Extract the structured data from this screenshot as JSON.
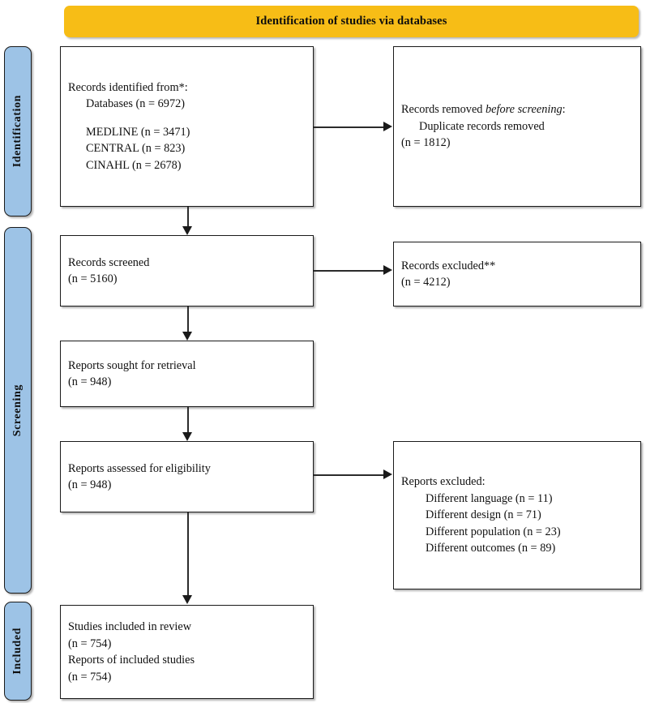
{
  "banner": {
    "title": "Identification of studies via databases"
  },
  "stages": [
    {
      "id": "identification",
      "label": "Identification"
    },
    {
      "id": "screening",
      "label": "Screening"
    },
    {
      "id": "included",
      "label": "Included"
    }
  ],
  "boxes": {
    "records_identified": {
      "lines": [
        {
          "text": "Records identified from*:",
          "indent": 0
        },
        {
          "text": "Databases (n = 6972)",
          "indent": 1
        },
        {
          "text": "",
          "indent": 0,
          "spacer": true
        },
        {
          "text": "MEDLINE (n = 3471)",
          "indent": 1
        },
        {
          "text": "CENTRAL (n = 823)",
          "indent": 1
        },
        {
          "text": "CINAHL (n = 2678)",
          "indent": 1
        }
      ]
    },
    "records_removed": {
      "lines": [
        {
          "text": "Records removed ",
          "italic_text": "before screening",
          "text_after": ":",
          "indent": 0
        },
        {
          "text": "Duplicate records removed",
          "indent": 1
        },
        {
          "text": "(n = 1812)",
          "indent": 0
        }
      ]
    },
    "records_screened": {
      "lines": [
        {
          "text": "Records screened",
          "indent": 0
        },
        {
          "text": "(n = 5160)",
          "indent": 0
        }
      ]
    },
    "records_excluded": {
      "lines": [
        {
          "text": "Records excluded**",
          "indent": 0
        },
        {
          "text": "(n = 4212)",
          "indent": 0
        }
      ]
    },
    "reports_sought": {
      "lines": [
        {
          "text": "Reports sought for retrieval",
          "indent": 0
        },
        {
          "text": "(n = 948)",
          "indent": 0
        }
      ]
    },
    "reports_assessed": {
      "lines": [
        {
          "text": "Reports assessed for eligibility",
          "indent": 0
        },
        {
          "text": "(n = 948)",
          "indent": 0
        }
      ]
    },
    "reports_excluded": {
      "lines": [
        {
          "text": "Reports excluded:",
          "indent": 0
        },
        {
          "text": "Different language (n = 11)",
          "indent": 2
        },
        {
          "text": "Different design (n = 71)",
          "indent": 2
        },
        {
          "text": "Different population (n = 23)",
          "indent": 2
        },
        {
          "text": "Different outcomes (n = 89)",
          "indent": 2
        }
      ]
    },
    "studies_included": {
      "lines": [
        {
          "text": "Studies included in review",
          "indent": 0
        },
        {
          "text": "(n = 754)",
          "indent": 0
        },
        {
          "text": "Reports of included studies",
          "indent": 0
        },
        {
          "text": "(n = 754)",
          "indent": 0
        }
      ]
    }
  },
  "chart_data": {
    "type": "diagram",
    "title": "Identification of studies via databases",
    "counts": {
      "databases_total": 6972,
      "medline": 3471,
      "central": 823,
      "cinahl": 2678,
      "duplicates_removed": 1812,
      "records_screened": 5160,
      "records_excluded": 4212,
      "reports_sought": 948,
      "reports_assessed": 948,
      "excluded_different_language": 11,
      "excluded_different_design": 71,
      "excluded_different_population": 23,
      "excluded_different_outcomes": 89,
      "studies_included": 754,
      "reports_of_included_studies": 754
    }
  },
  "colors": {
    "banner": "#F7BD16",
    "stage": "#9DC3E6",
    "box_border": "#1a1a1a",
    "connector": "#2b2b2b"
  }
}
